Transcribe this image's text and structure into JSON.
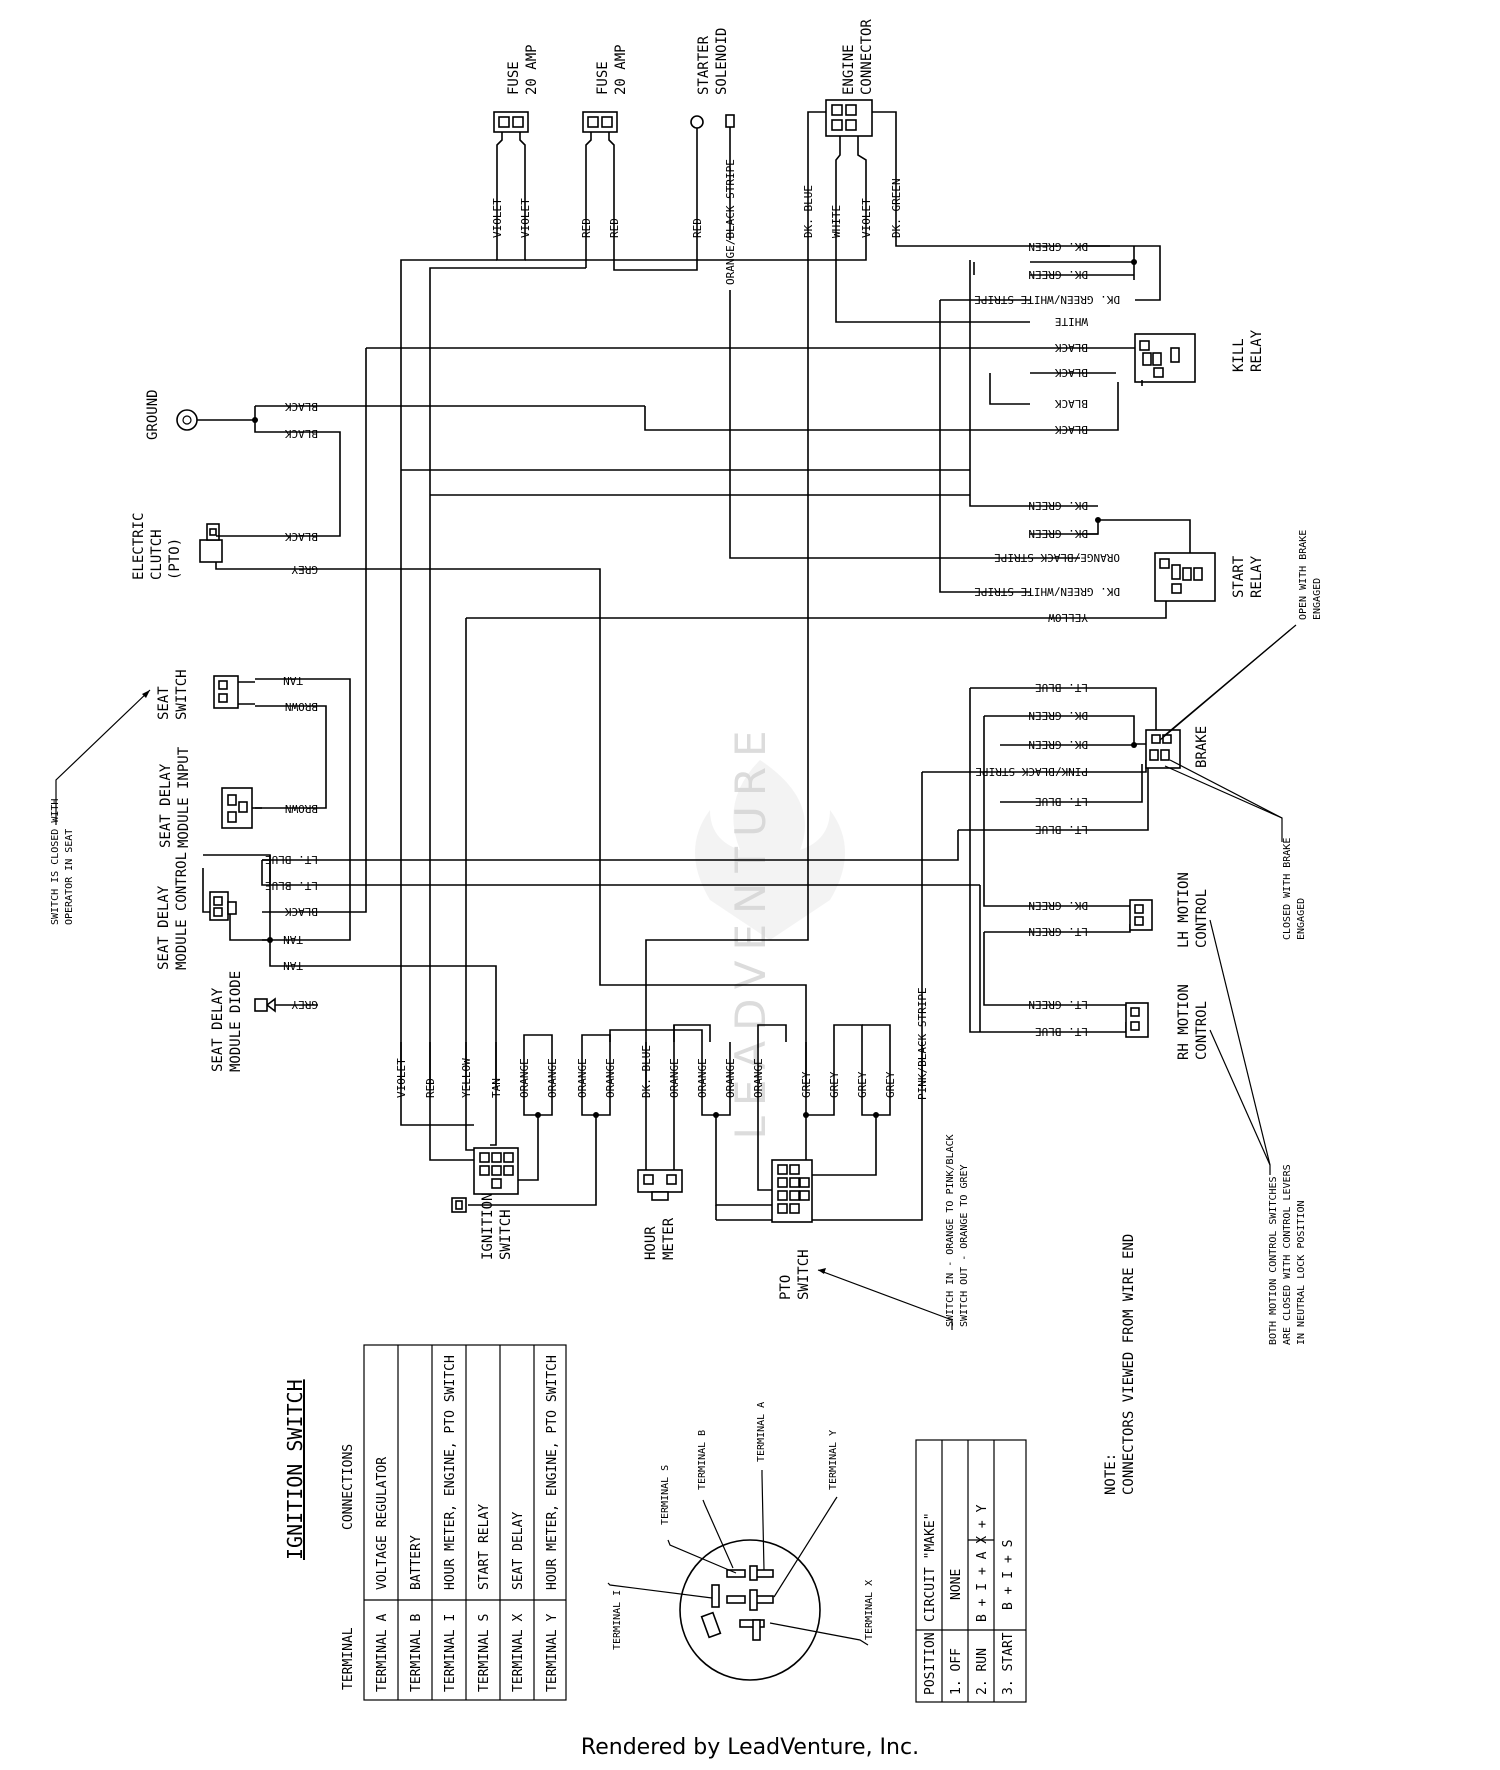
{
  "components": {
    "fuse_1": [
      "FUSE",
      "20 AMP"
    ],
    "fuse_2": [
      "FUSE",
      "20 AMP"
    ],
    "starter_solenoid": [
      "STARTER",
      "SOLENOID"
    ],
    "engine_connector": [
      "ENGINE",
      "CONNECTOR"
    ],
    "ground": [
      "GROUND"
    ],
    "electric_clutch": [
      "ELECTRIC",
      "CLUTCH",
      "(PTO)"
    ],
    "seat_switch": [
      "SEAT",
      "SWITCH"
    ],
    "seat_delay_module_input": [
      "SEAT DELAY",
      "MODULE INPUT"
    ],
    "seat_delay_module_control": [
      "SEAT DELAY",
      "MODULE CONTROL"
    ],
    "seat_delay_module_diode": [
      "SEAT DELAY",
      "MODULE DIODE"
    ],
    "kill_relay": [
      "KILL",
      "RELAY"
    ],
    "start_relay": [
      "START",
      "RELAY"
    ],
    "brake": [
      "BRAKE"
    ],
    "lh_motion_control": [
      "LH MOTION",
      "CONTROL"
    ],
    "rh_motion_control": [
      "RH MOTION",
      "CONTROL"
    ],
    "ignition_switch": [
      "IGNITION",
      "SWITCH"
    ],
    "hour_meter": [
      "HOUR",
      "METER"
    ],
    "pto_switch": [
      "PTO",
      "SWITCH"
    ]
  },
  "top_wires": [
    "VIOLET",
    "VIOLET",
    "RED",
    "RED",
    "RED",
    "ORANGE/BLACK STRIPE",
    "DK. BLUE",
    "WHITE",
    "VIOLET",
    "DK. GREEN"
  ],
  "right_wires": {
    "kill": [
      "DK. GREEN",
      "DK. GREEN",
      "DK. GREEN/WHITE STRIPE",
      "WHITE",
      "BLACK",
      "BLACK",
      "BLACK",
      "BLACK"
    ],
    "start": [
      "DK. GREEN",
      "DK. GREEN",
      "ORANGE/BLACK STRIPE",
      "DK. GREEN/WHITE STRIPE",
      "YELLOW"
    ],
    "brake": [
      "LT. BLUE",
      "DK. GREEN",
      "DK. GREEN",
      "PINK/BLACK STRIPE",
      "LT. BLUE",
      "LT. BLUE"
    ],
    "lh": [
      "DK. GREEN",
      "LT. GREEN"
    ],
    "rh": [
      "LT. GREEN",
      "LT. BLUE"
    ]
  },
  "left_wires": {
    "ground": [
      "BLACK",
      "BLACK"
    ],
    "clutch": [
      "BLACK",
      "GREY"
    ],
    "seat_switch": [
      "TAN",
      "BROWN"
    ],
    "seat_input": [
      "BROWN"
    ],
    "seat_control": [
      "LT. BLUE",
      "LT. BLUE",
      "BLACK",
      "TAN"
    ],
    "seat_diode_tan": [
      "TAN"
    ],
    "seat_diode": [
      "GREY"
    ]
  },
  "bottom_wires": [
    "VIOLET",
    "RED",
    "YELLOW",
    "TAN",
    "ORANGE",
    "ORANGE",
    "ORANGE",
    "ORANGE",
    "DK. BLUE",
    "ORANGE",
    "ORANGE",
    "ORANGE",
    "ORANGE",
    "GREY",
    "GREY",
    "GREY",
    "GREY",
    "PINK/BLACK STRIPE"
  ],
  "notes": {
    "seat_switch": [
      "SWITCH IS CLOSED WITH",
      "OPERATOR IN SEAT"
    ],
    "brake_open": [
      "OPEN WITH BRAKE",
      "ENGAGED"
    ],
    "brake_closed": [
      "CLOSED WITH BRAKE",
      "ENGAGED"
    ],
    "motion": [
      "BOTH MOTION CONTROL SWITCHES",
      "ARE CLOSED WITH CONTROL LEVERS",
      "IN NEUTRAL LOCK POSITION"
    ],
    "pto": [
      "SWITCH IN - ORANGE TO PINK/BLACK",
      "SWITCH OUT - ORANGE TO GREY"
    ],
    "connectors": [
      "NOTE:",
      "CONNECTORS VIEWED FROM WIRE END"
    ]
  },
  "ignition_table": {
    "title": "IGNITION SWITCH",
    "headers": [
      "TERMINAL",
      "CONNECTIONS"
    ],
    "rows": [
      [
        "TERMINAL  A",
        "VOLTAGE REGULATOR"
      ],
      [
        "TERMINAL  B",
        "BATTERY"
      ],
      [
        "TERMINAL  I",
        "HOUR METER, ENGINE, PTO SWITCH"
      ],
      [
        "TERMINAL  S",
        "START RELAY"
      ],
      [
        "TERMINAL  X",
        "SEAT DELAY"
      ],
      [
        "TERMINAL  Y",
        "HOUR METER, ENGINE, PTO SWITCH"
      ]
    ]
  },
  "terminal_labels": [
    "TERMINAL I",
    "TERMINAL S",
    "TERMINAL B",
    "TERMINAL A",
    "TERMINAL Y",
    "TERMINAL X"
  ],
  "position_table": {
    "headers": [
      "POSITION",
      "CIRCUIT \"MAKE\""
    ],
    "rows": [
      [
        "1. OFF",
        "NONE"
      ],
      [
        "2. RUN",
        "B + I + A   X + Y"
      ],
      [
        "3. START",
        "B + I + S"
      ]
    ]
  },
  "watermark": "LEADVENTURE",
  "footer": "Rendered by LeadVenture, Inc."
}
